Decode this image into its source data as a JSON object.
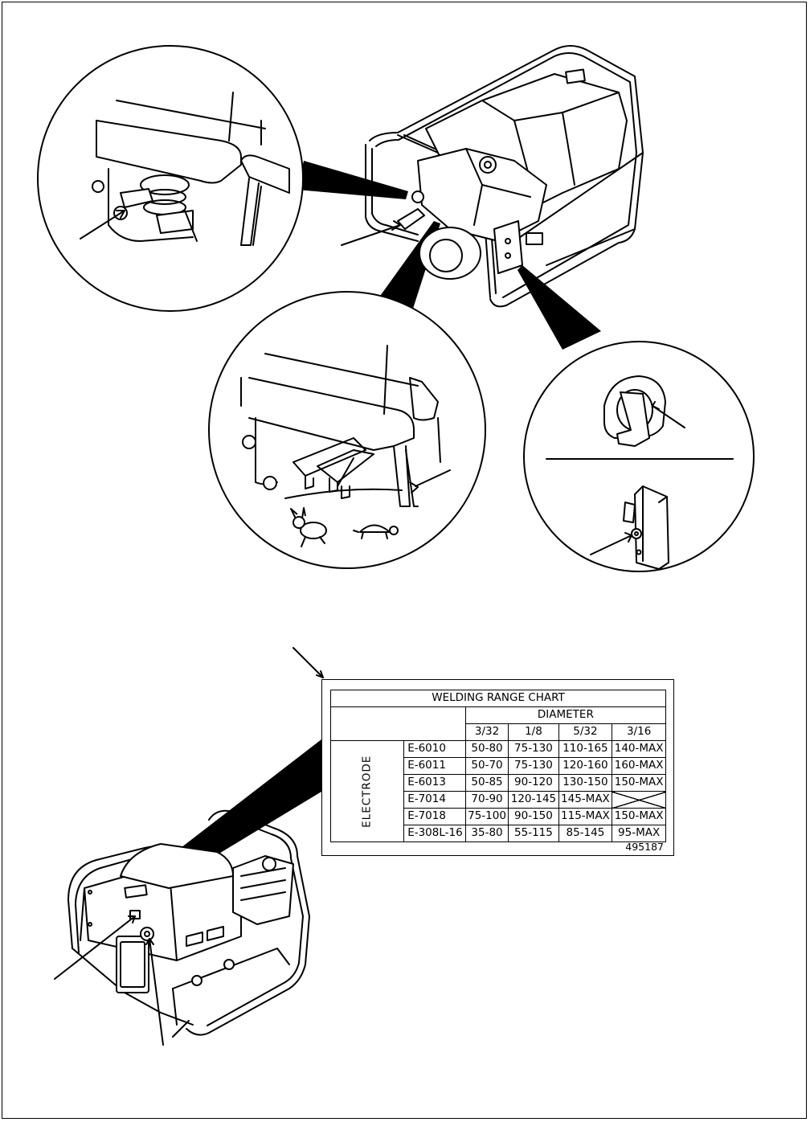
{
  "welding_chart": {
    "title": "WELDING RANGE CHART",
    "diameter_label": "DIAMETER",
    "electrode_label": "ELECTRODE",
    "diameters": [
      "3/32",
      "1/8",
      "5/32",
      "3/16"
    ],
    "rows": [
      {
        "electrode": "E-6010",
        "values": [
          "50-80",
          "75-130",
          "110-165",
          "140-MAX"
        ]
      },
      {
        "electrode": "E-6011",
        "values": [
          "50-70",
          "75-130",
          "120-160",
          "160-MAX"
        ]
      },
      {
        "electrode": "E-6013",
        "values": [
          "50-85",
          "90-120",
          "130-150",
          "150-MAX"
        ]
      },
      {
        "electrode": "E-7014",
        "values": [
          "70-90",
          "120-145",
          "145-MAX",
          ""
        ]
      },
      {
        "electrode": "E-7018",
        "values": [
          "75-100",
          "90-150",
          "115-MAX",
          "150-MAX"
        ]
      },
      {
        "electrode": "E-308L-16",
        "values": [
          "35-80",
          "55-115",
          "85-145",
          "95-MAX"
        ]
      }
    ],
    "part_number": "495187"
  },
  "icons": {
    "fast_speed": "rabbit-icon",
    "slow_speed": "turtle-icon"
  }
}
